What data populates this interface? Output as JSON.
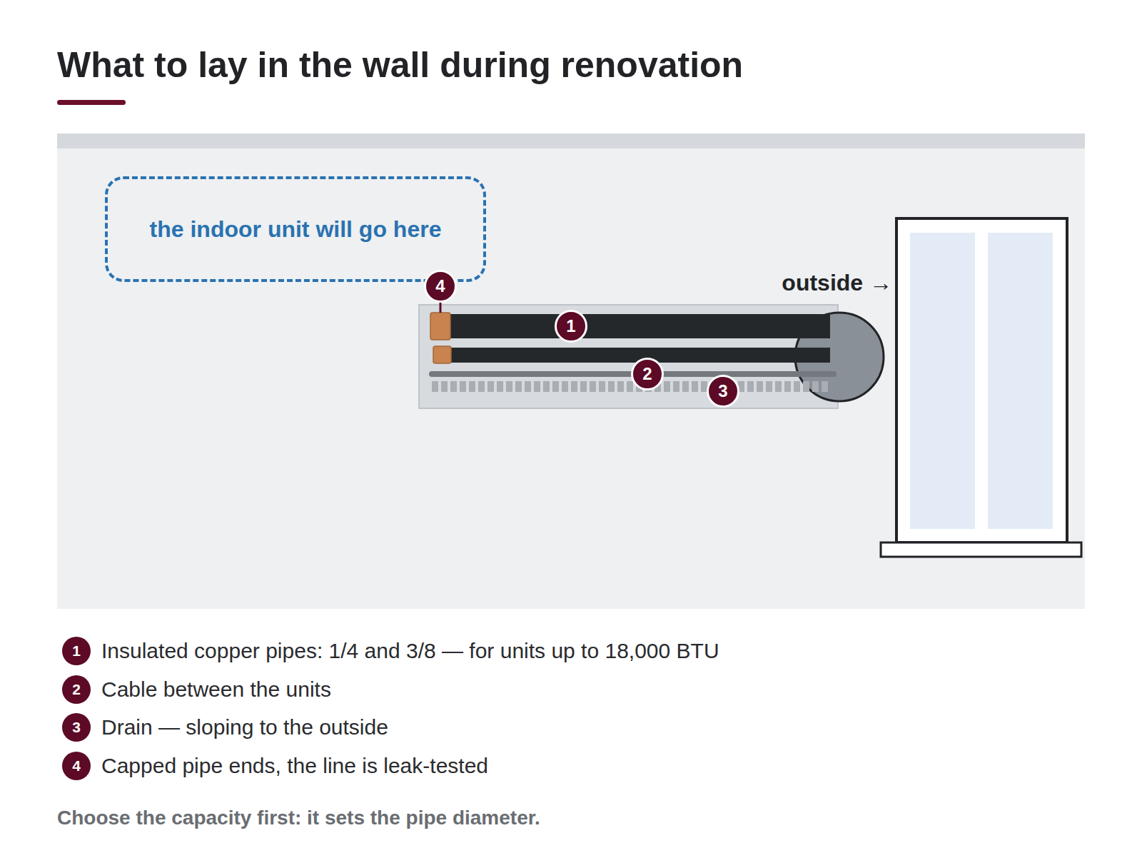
{
  "diagram": {
    "title": "What to lay in the wall during renovation",
    "caption": "Choose the capacity first: it sets the pipe diameter.",
    "nodes": [
      {
        "text": [
          "the indoor unit will go here"
        ]
      }
    ],
    "labels": [
      "4",
      "1",
      "2",
      "3",
      "outside →",
      "1",
      "Insulated copper pipes: 1/4 and 3/8 — for units up to 18,000 BTU",
      "2",
      "Cable between the units",
      "3",
      "Drain — sloping to the outside",
      "4",
      "Capped pipe ends, the line is leak-tested"
    ]
  }
}
